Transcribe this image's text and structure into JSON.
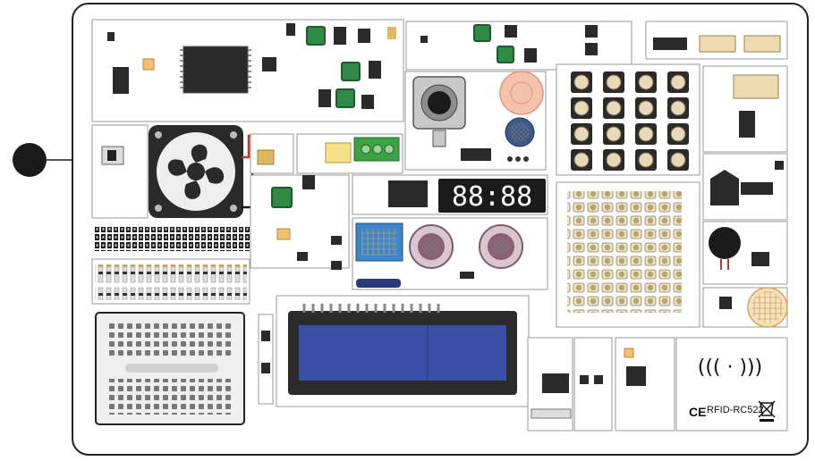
{
  "board": {
    "rfid_label": "RFID-RC522",
    "ce_mark": "CE",
    "seven_segment_text": "88:88",
    "rfid_waves": "((( · )))"
  },
  "icons": [
    "fan-icon",
    "rfid-icon",
    "weee-bin-icon",
    "potentiometer-icon",
    "buzzer-icon",
    "microphone-icon",
    "ultrasonic-sensor-icon",
    "lcd-display-icon",
    "breadboard-icon"
  ],
  "colors": {
    "board_outline": "#222222",
    "pcb_fill": "#ffffff",
    "ic_black": "#2a2a2a",
    "green_button": "#2f8a46",
    "terminal_green": "#3aa344",
    "lcd_blue": "#3b4fa8",
    "humidity_blue": "#3e86c9",
    "led_red": "#c0382b",
    "header_gold": "#c9a45c"
  }
}
